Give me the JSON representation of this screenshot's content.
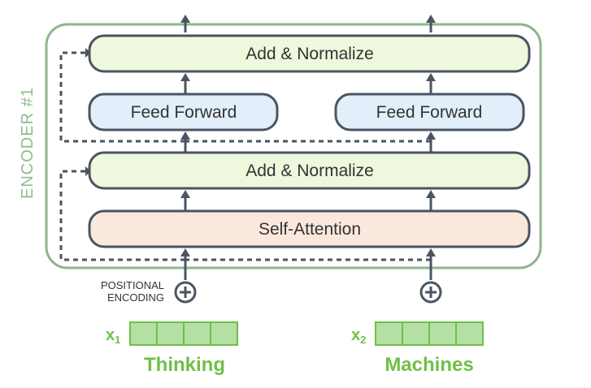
{
  "encoder": {
    "label": "ENCODER #1"
  },
  "blocks": {
    "add_normalize_top": "Add & Normalize",
    "feed_forward_left": "Feed Forward",
    "feed_forward_right": "Feed Forward",
    "add_normalize_bottom": "Add & Normalize",
    "self_attention": "Self-Attention"
  },
  "positional_encoding": {
    "line1": "POSITIONAL",
    "line2": "ENCODING"
  },
  "inputs": [
    {
      "x_label": "x",
      "subscript": "1",
      "word": "Thinking"
    },
    {
      "x_label": "x",
      "subscript": "2",
      "word": "Machines"
    }
  ],
  "colors": {
    "encoder_border": "#8fb58c",
    "add_norm_fill": "#eef8dc",
    "feed_forward_fill": "#e3eefb",
    "self_attention_fill": "#fbe8dc",
    "block_border": "#4a5562",
    "arrow": "#4a5562",
    "word_green": "#6ec046",
    "vector_fill": "#b4e0a4",
    "vector_border": "#6ec046"
  }
}
